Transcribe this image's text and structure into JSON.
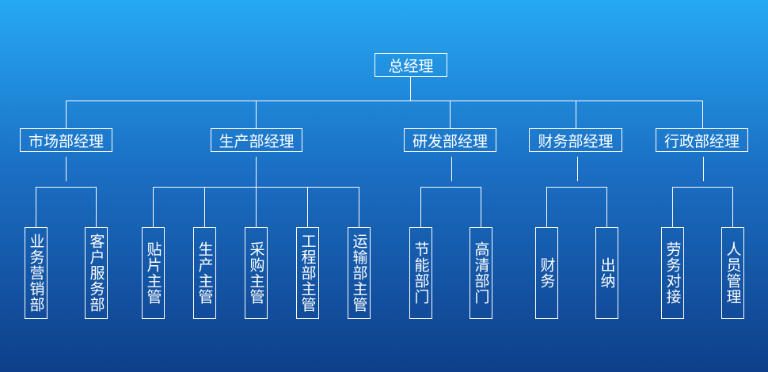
{
  "org": {
    "root": "总经理",
    "departments": [
      {
        "name": "市场部经理",
        "children": [
          "业务营销部",
          "客户服务部"
        ]
      },
      {
        "name": "生产部经理",
        "children": [
          "贴片主管",
          "生产主管",
          "采购主管",
          "工程部主管",
          "运输部主管"
        ]
      },
      {
        "name": "研发部经理",
        "children": [
          "节能部门",
          "高清部门"
        ]
      },
      {
        "name": "财务部经理",
        "children": [
          "财务",
          "出纳"
        ]
      },
      {
        "name": "行政部经理",
        "children": [
          "劳务对接",
          "人员管理"
        ]
      }
    ]
  },
  "colors": {
    "line": "#ffffff",
    "text": "#ffffff",
    "background_top": "#26a9f3",
    "background_bottom": "#0e3f8a"
  }
}
